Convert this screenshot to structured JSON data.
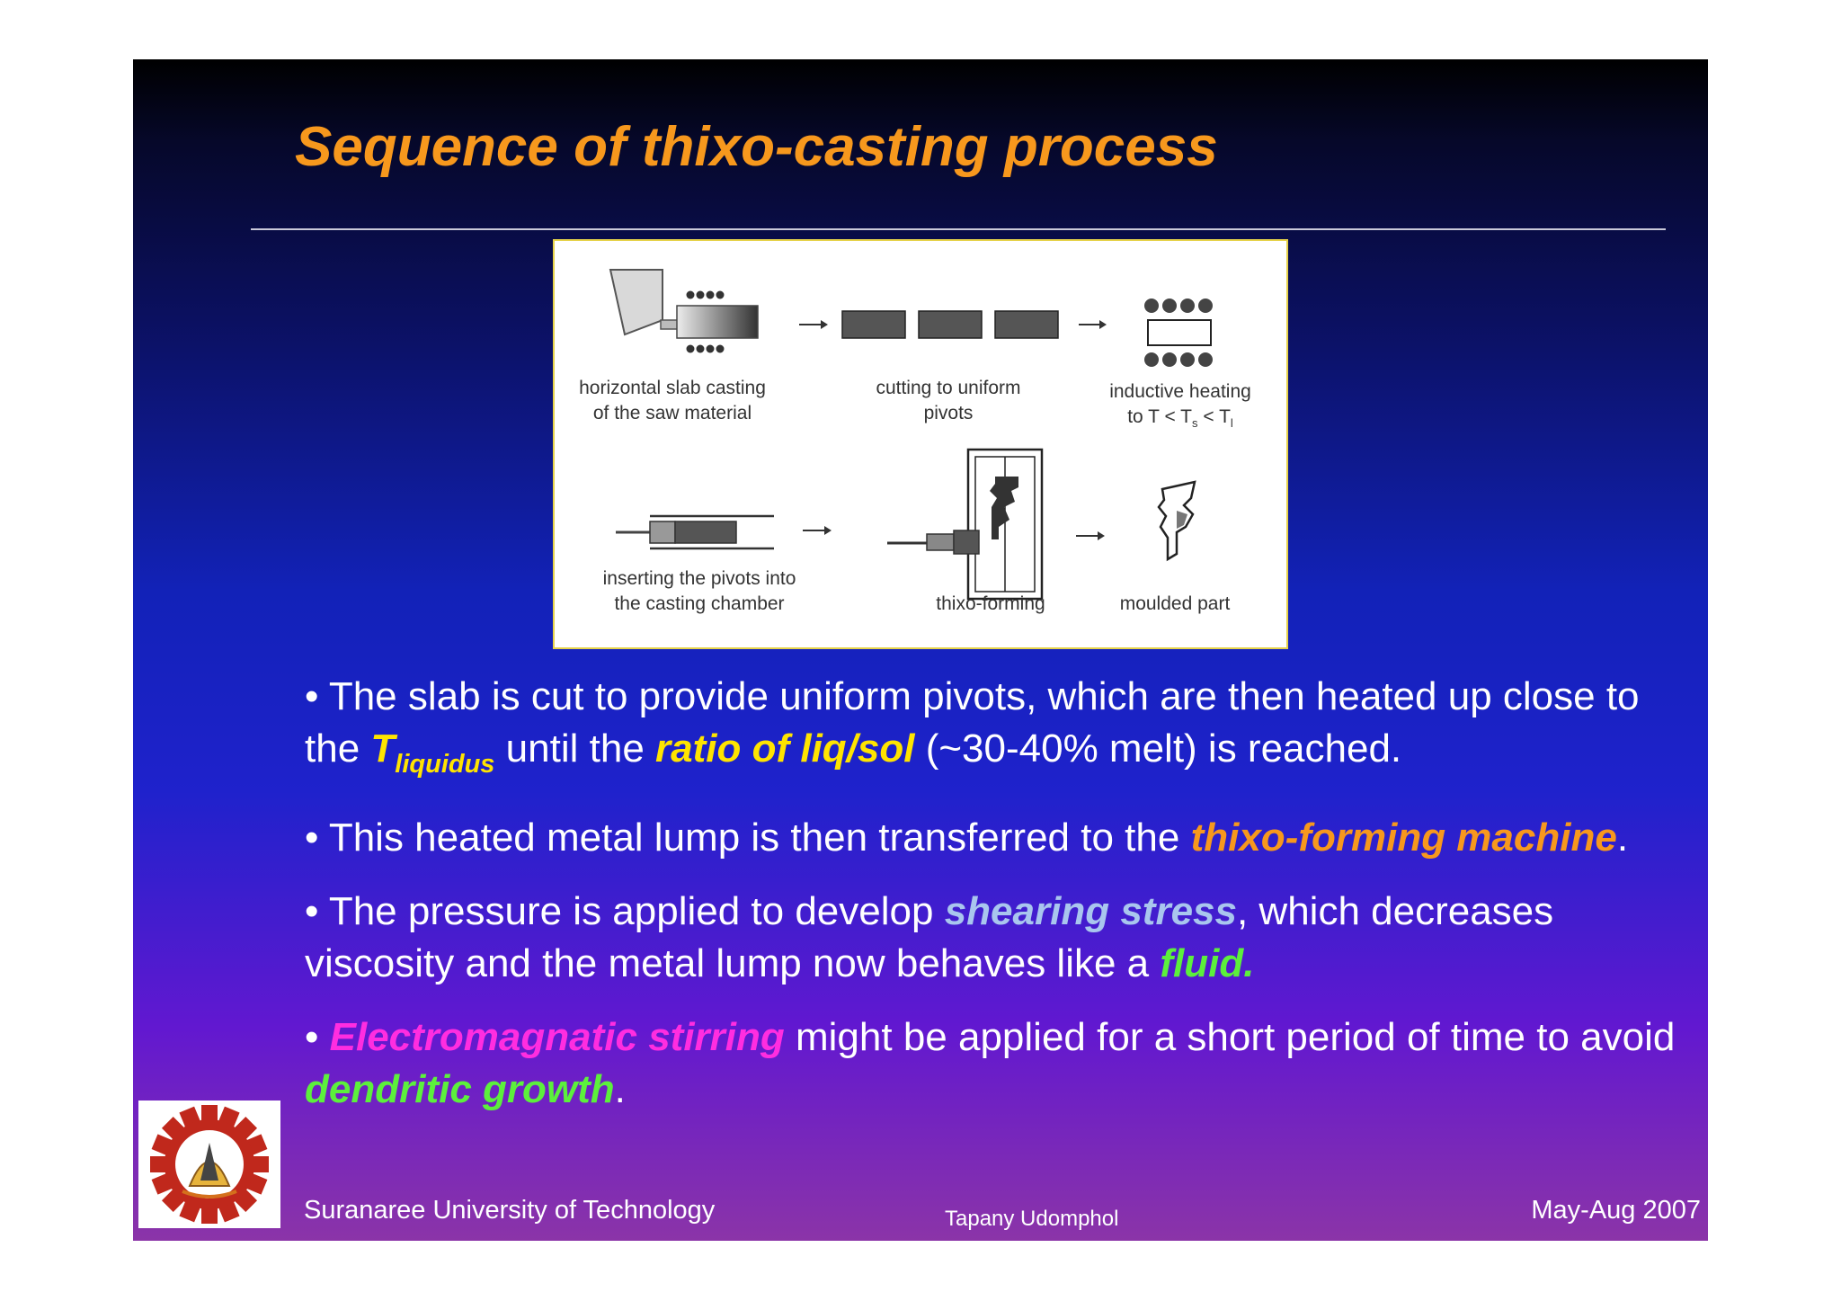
{
  "slide": {
    "title": "Sequence of thixo-casting process",
    "figure": {
      "labels": {
        "slab_casting_1": "horizontal slab casting",
        "slab_casting_2": "of the saw material",
        "cutting_1": "cutting to uniform",
        "cutting_2": "pivots",
        "heating_1": "inductive heating",
        "heating_2": "to T  < T",
        "heating_sub_s": "s",
        "heating_mid": " < T",
        "heating_sub_l": "l",
        "inserting_1": "inserting the pivots into",
        "inserting_2": "the casting chamber",
        "forming": "thixo-forming",
        "moulded": "moulded part"
      }
    },
    "bullets": [
      {
        "p1": "• The slab is cut to provide uniform pivots, which are then heated up close to the ",
        "t": "T",
        "t_sub": "liquidus",
        "p2": " until the ",
        "e1": "ratio of liq/sol",
        "p3": " (~30-40% melt) is reached."
      },
      {
        "p1": "• This heated metal lump is then transferred to the ",
        "e1": "thixo-forming machine",
        "p2": "."
      },
      {
        "p1": "• The pressure is applied to develop ",
        "e1": "shearing stress",
        "p2": ", which decreases viscosity and the metal lump now behaves like a ",
        "e2": "fluid."
      },
      {
        "p1": "• ",
        "e1": "Electromagnatic stirring",
        "p2": " might be applied for a short period of time to avoid ",
        "e2": "dendritic growth",
        "p3": "."
      }
    ],
    "footer": {
      "left": "Suranaree University of Technology",
      "center": "Tapany  Udomphol",
      "right": "May-Aug   2007"
    },
    "colors": {
      "title": "#f7981d",
      "yellow": "#ffe400",
      "orange": "#f7981d",
      "lightblue": "#a9c6ee",
      "green": "#5cf03c",
      "magenta": "#ff2de0"
    }
  }
}
